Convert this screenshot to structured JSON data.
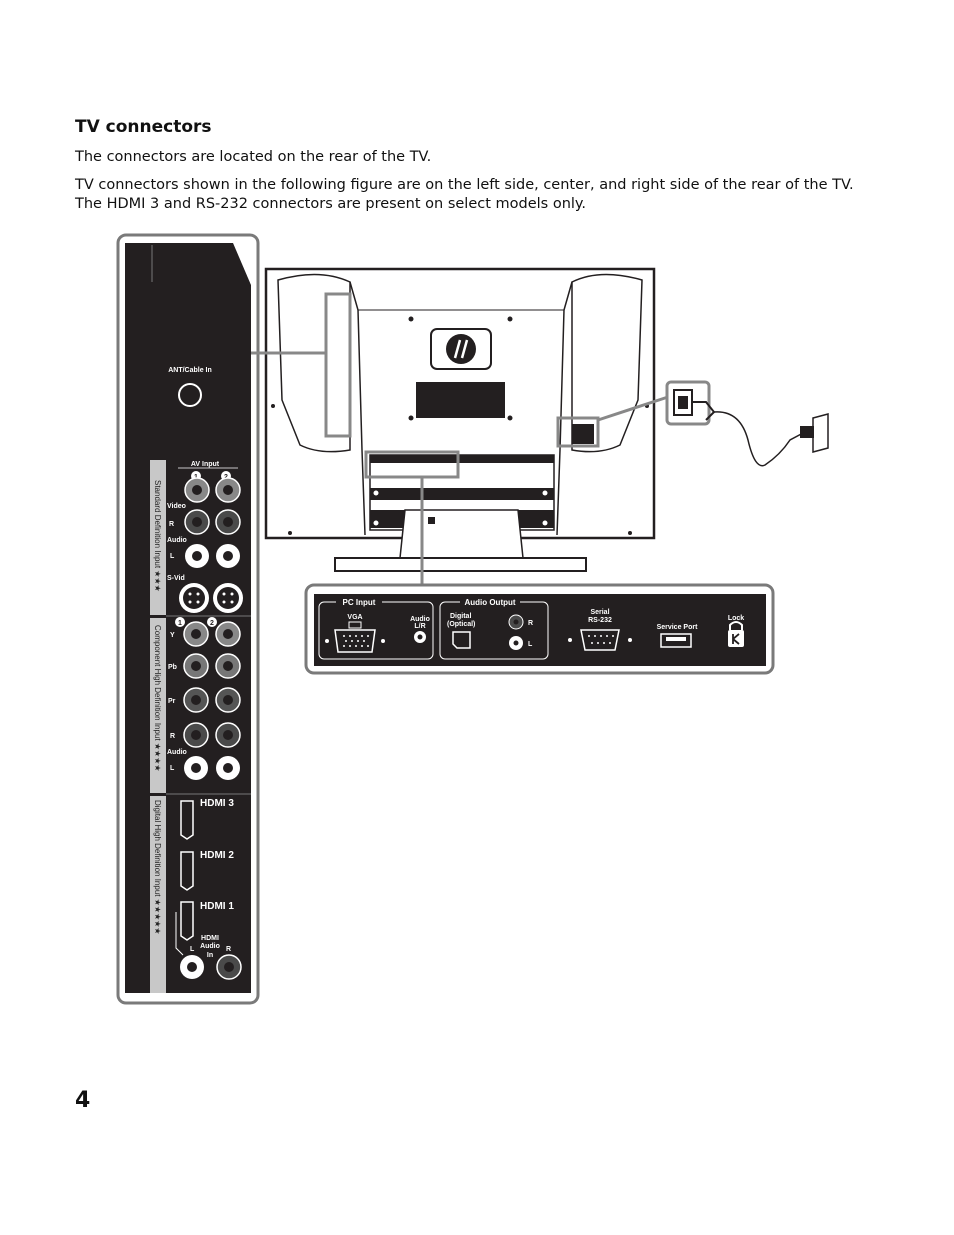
{
  "heading": "TV connectors",
  "para1": "The connectors are located on the rear of the TV.",
  "para2": "TV connectors shown in the following figure are on the left side, center, and right side of the rear of the TV. The HDMI 3 and RS-232 connectors are present on select models only.",
  "page_number": "4",
  "left_panel": {
    "ant_label": "ANT/Cable In",
    "av_input": "AV Input",
    "video": "Video",
    "r": "R",
    "audio": "Audio",
    "l": "L",
    "svid": "S-Vid",
    "y": "Y",
    "pb": "Pb",
    "pr": "Pr",
    "num1": "1",
    "num2": "2",
    "sd_section": "Standard Definition Input  ★★★",
    "comp_section": "Component High Definition Input  ★★★★",
    "digital_section": "Digital High Definition Input  ★★★★★",
    "hdmi3": "HDMI 3",
    "hdmi2": "HDMI 2",
    "hdmi1": "HDMI 1",
    "hdmi_audio_1": "HDMI",
    "hdmi_audio_2": "Audio",
    "hdmi_audio_3": "In"
  },
  "bottom_panel": {
    "pc_input": "PC Input",
    "vga": "VGA",
    "audio_lr_1": "Audio",
    "audio_lr_2": "L/R",
    "audio_output": "Audio Output",
    "digital_1": "Digital",
    "digital_2": "(Optical)",
    "r": "R",
    "l": "L",
    "serial_1": "Serial",
    "serial_2": "RS-232",
    "service_port": "Service Port",
    "lock": "Lock"
  },
  "colors": {
    "panel": "#231f20",
    "frame": "#7a7a7a",
    "strip": "#c8c8c8"
  }
}
